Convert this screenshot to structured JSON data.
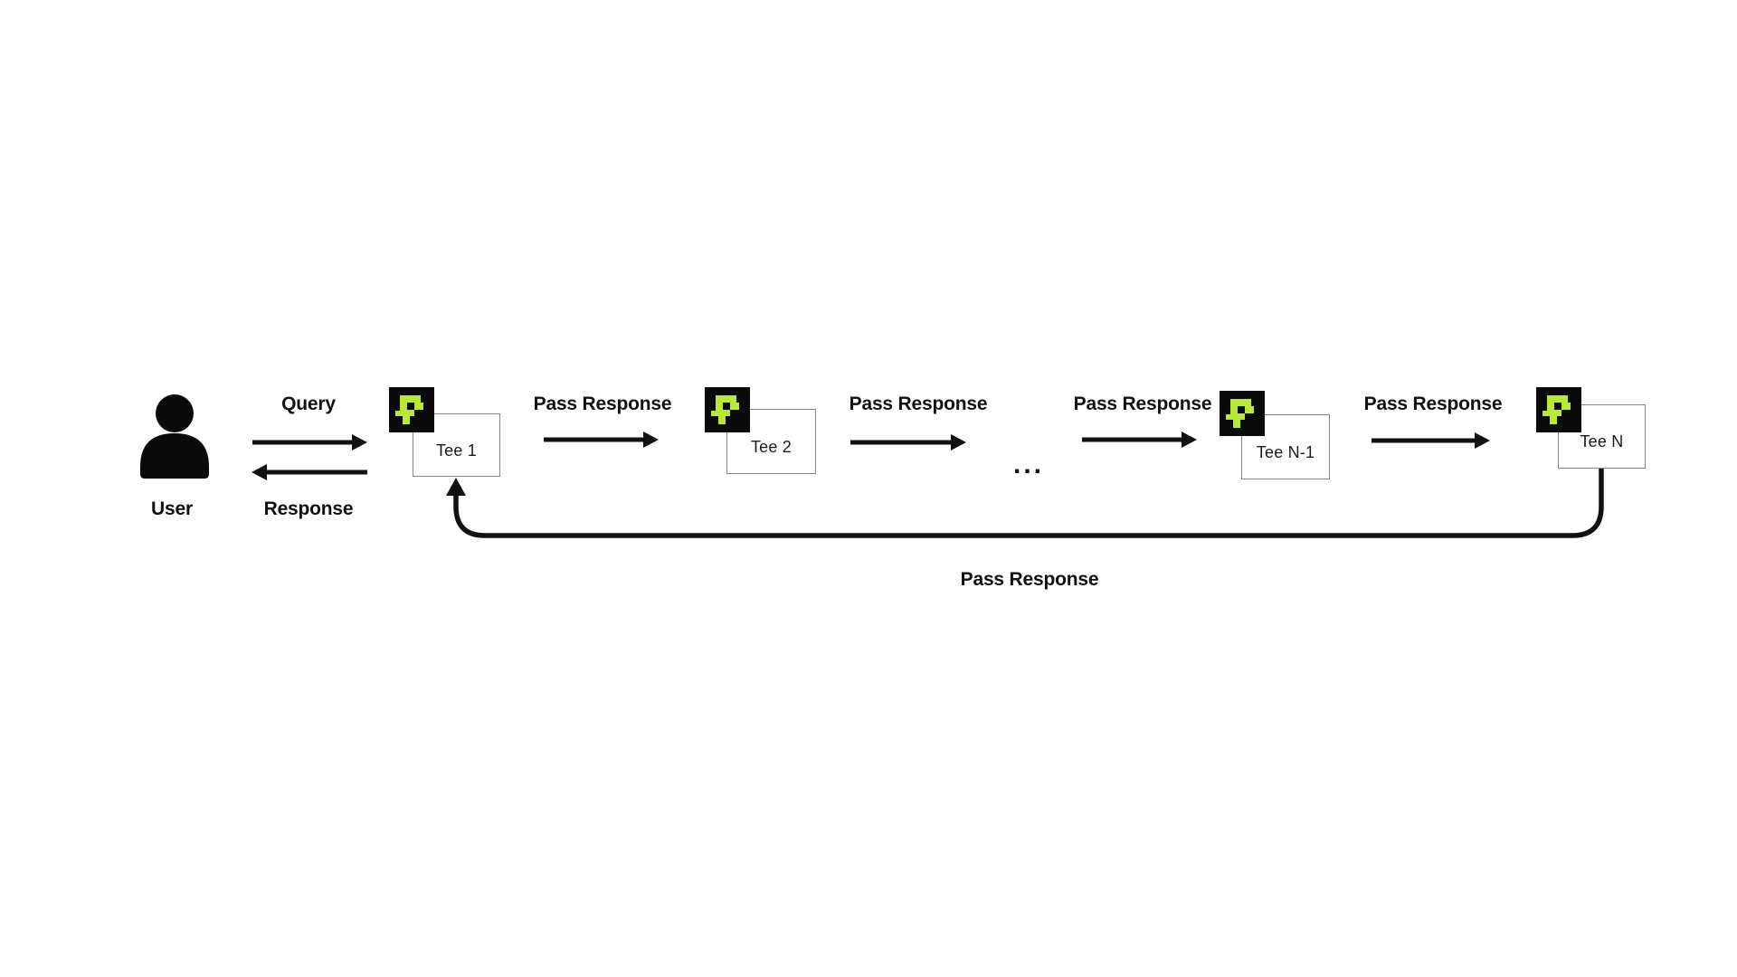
{
  "diagram": {
    "user": {
      "label": "User"
    },
    "nodes": [
      {
        "label": "Tee 1"
      },
      {
        "label": "Tee 2"
      },
      {
        "label": "Tee N-1"
      },
      {
        "label": "Tee N"
      }
    ],
    "ellipsis": "...",
    "edges": {
      "query": "Query",
      "response": "Response",
      "pass_1": "Pass Response",
      "pass_2": "Pass Response",
      "pass_3": "Pass Response",
      "pass_4": "Pass Response",
      "pass_return": "Pass Response"
    },
    "colors": {
      "background": "#ffffff",
      "text": "#111111",
      "arrow": "#111111",
      "logo_background": "#0a0a0a",
      "logo_green": "#b9e937",
      "box_border": "#848484"
    }
  }
}
